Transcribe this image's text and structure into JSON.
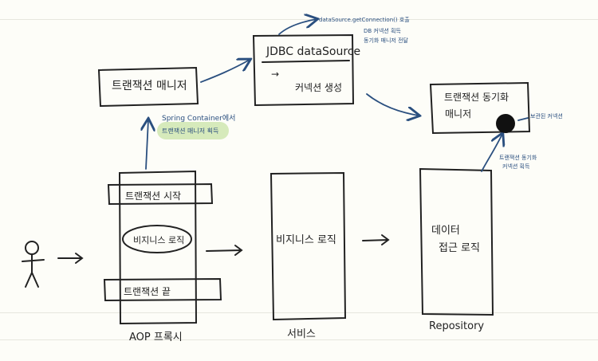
{
  "diagram": {
    "nodes": {
      "tx_manager": "트랜잭션 매니저",
      "jdbc_title": "JDBC dataSource",
      "jdbc_arrow": "→",
      "jdbc_sub": "커넥션 생성",
      "sync_manager_line1": "트랜잭션 동기화",
      "sync_manager_line2": "매니저",
      "tx_start": "트랜잭션 시작",
      "biz_logic_oval": "비지니스 로직",
      "tx_end": "트랜잭션 끝",
      "service_box": "비지니스 로직",
      "repo_box_line1": "데이터",
      "repo_box_line2": "접근 로직"
    },
    "labels": {
      "aop_proxy": "AOP 프록시",
      "service": "서비스",
      "repository": "Repository"
    },
    "notes": {
      "spring_container_line1": "Spring Container에서",
      "spring_container_line2": "트랜잭션 매니저 획득",
      "jdbc_note_line1": "dataSource.getConnection() 호출",
      "jdbc_note_line2": "DB 커넥션 획득",
      "jdbc_note_line3": "동기화 매니저 전달",
      "stored_connection": "보관된 커넥션",
      "sync_fetch_line1": "트랜잭션 동기화",
      "sync_fetch_line2": "커넥션 획득"
    },
    "colors": {
      "ink": "#222222",
      "blue_ink": "#2a4f7f",
      "highlight": "#cfe6b0",
      "paper": "#fdfdf8"
    }
  }
}
